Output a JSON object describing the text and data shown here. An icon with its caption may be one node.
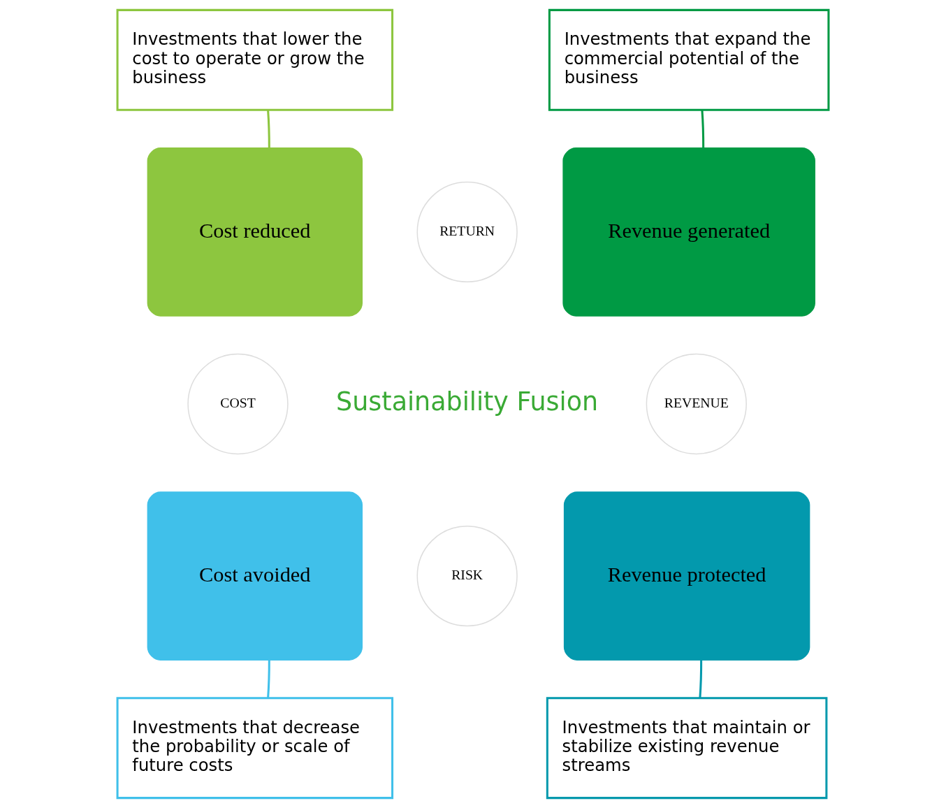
{
  "diagram": {
    "nodes": [
      {
        "text": [
          "Investments that lower the cost to operate or grow the business"
        ]
      },
      {
        "text": [
          "Investments that expand the commercial potential of the business"
        ]
      },
      {
        "text": [
          "Cost reduced"
        ]
      },
      {
        "text": [
          "RETURN"
        ]
      },
      {
        "text": [
          "Revenue generated"
        ]
      },
      {
        "text": [
          "COST"
        ]
      },
      {
        "text": [
          "REVENUE"
        ]
      },
      {
        "text": [
          "Cost avoided"
        ]
      },
      {
        "text": [
          "RISK"
        ]
      },
      {
        "text": [
          "Revenue protected"
        ]
      },
      {
        "text": [
          "Investments that decrease the probability or scale of future costs"
        ]
      },
      {
        "text": [
          "Investments that maintain or stabilize existing revenue streams"
        ]
      }
    ],
    "edges": [
      {
        "from": 0,
        "to": 2,
        "arrow": "none",
        "color": "#8dc63f"
      },
      {
        "from": 1,
        "to": 4,
        "arrow": "none",
        "color": "#009a44"
      },
      {
        "from": 10,
        "to": 7,
        "arrow": "none",
        "color": "#40c0ea"
      },
      {
        "from": 11,
        "to": 9,
        "arrow": "none",
        "color": "#0399ad"
      }
    ],
    "labels": [
      "Sustainability Fusion"
    ]
  }
}
